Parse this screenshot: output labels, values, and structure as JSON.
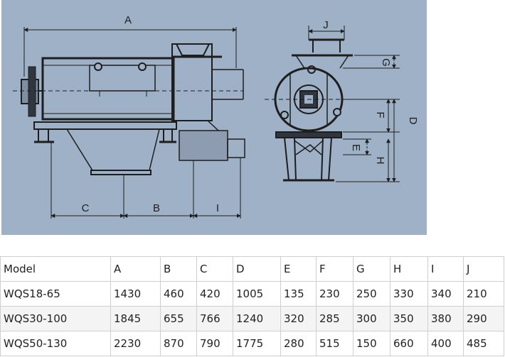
{
  "diagram": {
    "dimension_labels": {
      "A": "A",
      "B": "B",
      "C": "C",
      "D": "D",
      "E": "E",
      "F": "F",
      "G": "G",
      "H": "H",
      "I": "I",
      "J": "J"
    }
  },
  "spec_table": {
    "headers": [
      "Model",
      "A",
      "B",
      "C",
      "D",
      "E",
      "F",
      "G",
      "H",
      "I",
      "J"
    ],
    "rows": [
      [
        "WQS18-65",
        "1430",
        "460",
        "420",
        "1005",
        "135",
        "230",
        "250",
        "330",
        "340",
        "210"
      ],
      [
        "WQS30-100",
        "1845",
        "655",
        "766",
        "1240",
        "320",
        "285",
        "300",
        "350",
        "380",
        "290"
      ],
      [
        "WQS50-130",
        "2230",
        "870",
        "790",
        "1775",
        "280",
        "515",
        "150",
        "660",
        "400",
        "485"
      ]
    ]
  }
}
